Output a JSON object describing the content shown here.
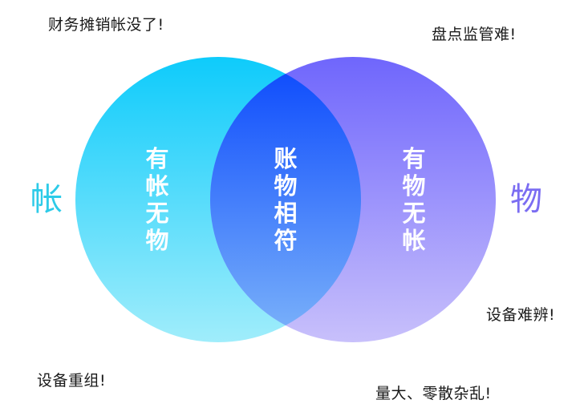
{
  "notes": {
    "top_left": "财务摊销帐没了!",
    "top_right": "盘点监管难!",
    "right_mid": "设备难辨!",
    "bottom_left": "设备重组!",
    "bottom_right": "量大、零散杂乱!"
  },
  "sets": {
    "left": {
      "label": "帐",
      "color": "#2dcbe8"
    },
    "right": {
      "label": "物",
      "color": "#7b6df2"
    }
  },
  "regions": {
    "left_only": "有帐无物",
    "intersection": "账物相符",
    "right_only": "有物无帐"
  },
  "colors": {
    "left_top": "#0ecbfb",
    "left_bottom": "#a0edfb",
    "right_top": "#6f66fc",
    "right_bottom": "#c8c0fb",
    "overlap_top": "#0a48fc",
    "overlap_bottom": "#7db4fa"
  }
}
